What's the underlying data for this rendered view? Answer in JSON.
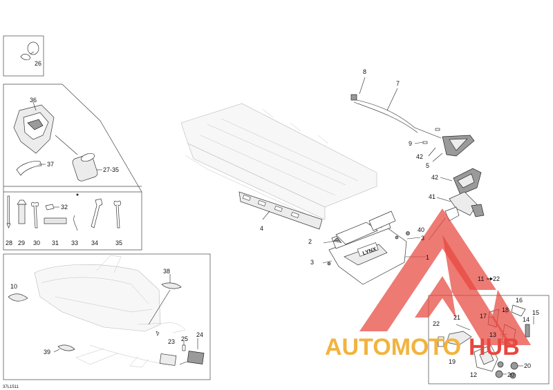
{
  "diagram_code": "37L1511",
  "labels": {
    "l1": "1",
    "l2": "2",
    "l3a": "3",
    "l3b": "3",
    "l4": "4",
    "l5": "5",
    "l7": "7",
    "l8": "8",
    "l9": "9",
    "l10": "10",
    "l11_22": "11",
    "l11_22_tail": "22",
    "l12": "12",
    "l13": "13",
    "l14": "14",
    "l15": "15",
    "l16": "16",
    "l17": "17",
    "l18": "18",
    "l19": "19",
    "l20a": "20",
    "l20b": "20",
    "l21": "21",
    "l22": "22",
    "l23": "23",
    "l24": "24",
    "l25": "25",
    "l26": "26",
    "l27_35": "27-35",
    "l28": "28",
    "l29": "29",
    "l30": "30",
    "l31": "31",
    "l32": "32",
    "l33": "33",
    "l34": "34",
    "l35": "35",
    "l36": "36",
    "l37": "37",
    "l38": "38",
    "l39": "39",
    "l40": "40",
    "l41": "41",
    "l42a": "42",
    "l42b": "42"
  },
  "watermark": {
    "text_part1": "AUTOMOTO",
    "text_part2": "HUB",
    "color_primary": "#e8473e",
    "color_secondary": "#f2b33d"
  }
}
